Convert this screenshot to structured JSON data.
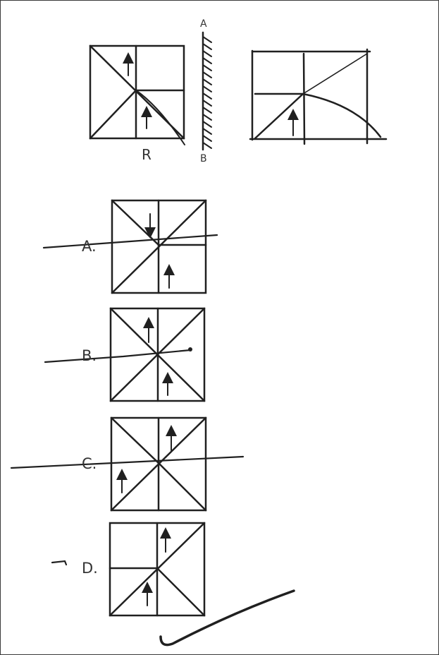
{
  "question_figure": {
    "mirror_top_label": "A",
    "mirror_bottom_label": "B",
    "figure_mark": "R"
  },
  "options": [
    {
      "letter": "A.",
      "status": "crossed out"
    },
    {
      "letter": "B.",
      "status": "crossed out"
    },
    {
      "letter": "C.",
      "status": "crossed out"
    },
    {
      "letter": "D.",
      "status": "selected"
    }
  ],
  "colors": {
    "ink": "#202020",
    "background": "#ffffff"
  }
}
